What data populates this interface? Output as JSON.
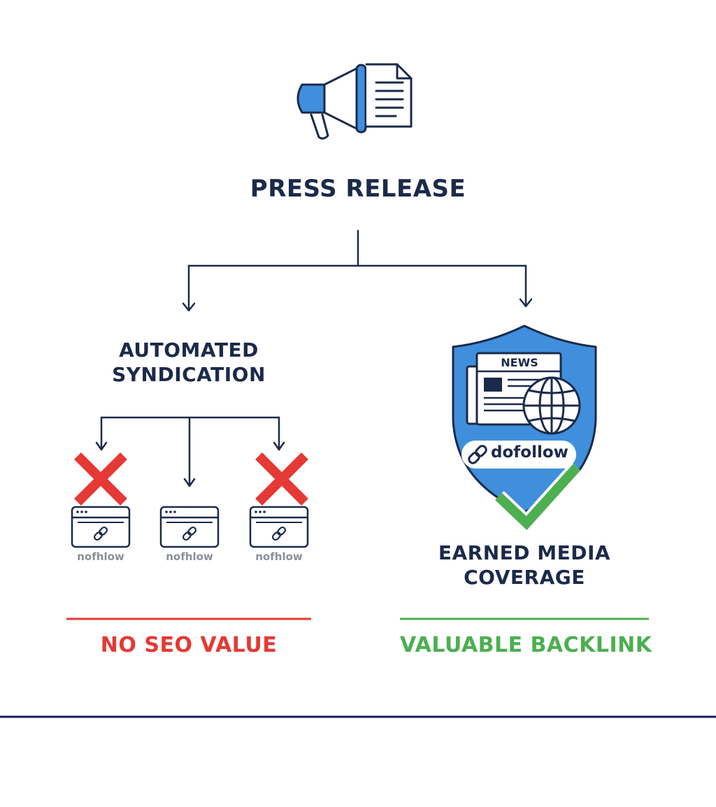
{
  "title": "PRESS RELEASE",
  "left_branch": {
    "title": "AUTOMATED SYNDICATION",
    "sites": [
      {
        "label": "nofhlow",
        "rejected": true
      },
      {
        "label": "nofhlow",
        "rejected": false
      },
      {
        "label": "nofhlow",
        "rejected": true
      }
    ],
    "verdict": "NO SEO VALUE"
  },
  "right_branch": {
    "news_label": "NEWS",
    "link_label": "dofollow",
    "title": "EARNED MEDIA COVERAGE",
    "verdict": "VALUABLE BACKLINK"
  },
  "colors": {
    "navy": "#1b2a4a",
    "blue": "#3f8fdd",
    "red": "#e53935",
    "green": "#4caf50",
    "footer_rule": "#1a1a5e"
  },
  "icons": [
    "megaphone-icon",
    "document-icon",
    "shield-icon",
    "newspaper-icon",
    "globe-icon",
    "link-icon",
    "check-icon",
    "cross-icon",
    "browser-window-icon"
  ]
}
